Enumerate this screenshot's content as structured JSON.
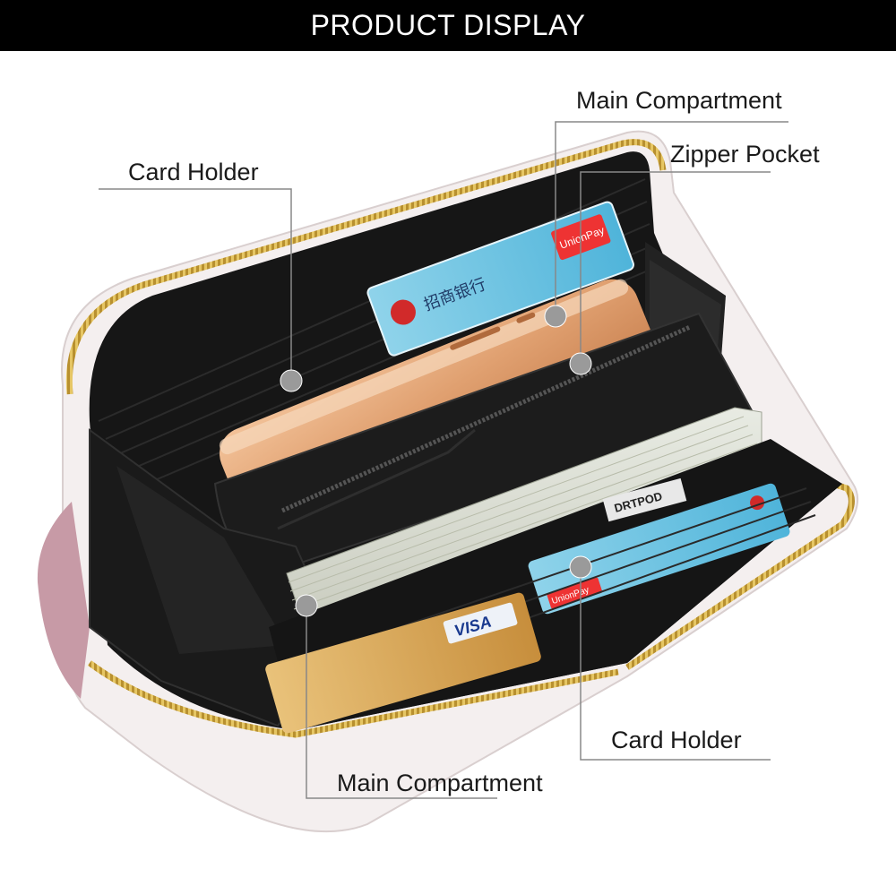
{
  "header": {
    "title": "PRODUCT DISPLAY"
  },
  "callouts": {
    "card_holder_top": "Card Holder",
    "main_compartment_top": "Main Compartment",
    "zipper_pocket": "Zipper Pocket",
    "card_holder_bottom": "Card Holder",
    "main_compartment_bottom": "Main Compartment"
  },
  "cards": {
    "bank_top": "招商银行",
    "unionpay_top": "UnionPay",
    "visa": "VISA",
    "unionpay_bottom": "UnionPay",
    "label_tag": "DRTPOD"
  },
  "colors": {
    "header_bg": "#000000",
    "wallet_interior": "#141414",
    "wallet_exterior": "#f3eeee",
    "zipper": "#c9a441",
    "phone": "#e3a472",
    "card_blue": "#5bbcdd",
    "card_gold": "#d6a24c",
    "leader_line": "#888888",
    "marker_dot": "#9a9a9a"
  }
}
